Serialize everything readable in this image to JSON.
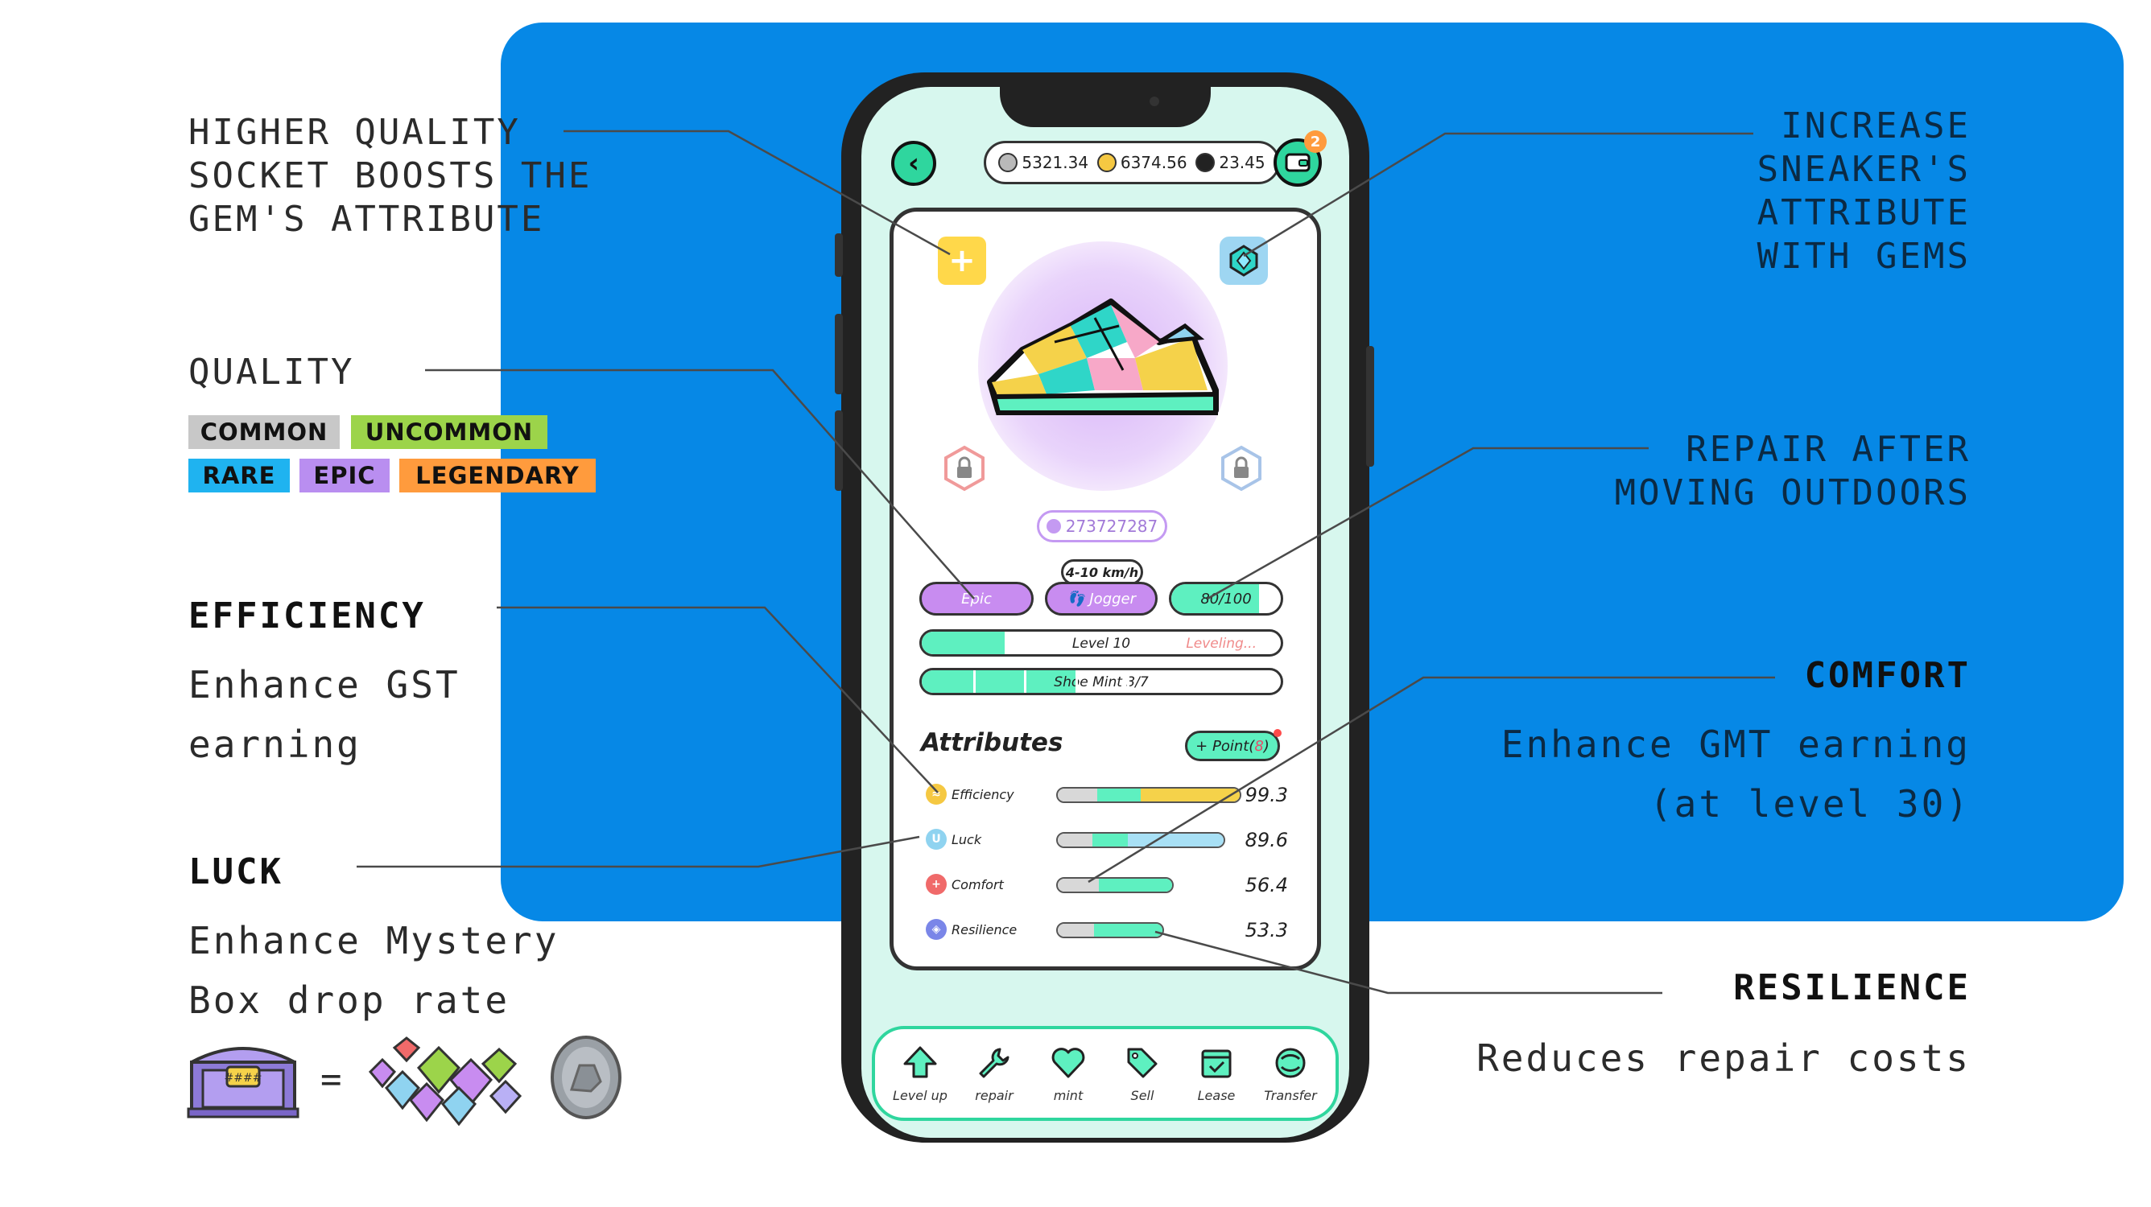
{
  "annotations": {
    "socket_quality": [
      "HIGHER QUALITY",
      "SOCKET BOOSTS THE",
      "GEM'S ATTRIBUTE"
    ],
    "gems": [
      "INCREASE",
      "SNEAKER'S",
      "ATTRIBUTE",
      "WITH GEMS"
    ],
    "quality_title": "QUALITY",
    "quality_badges": [
      {
        "label": "COMMON",
        "color": "#c8c8c8"
      },
      {
        "label": "UNCOMMON",
        "color": "#9cd44a"
      },
      {
        "label": "RARE",
        "color": "#1fb3f0"
      },
      {
        "label": "EPIC",
        "color": "#b98ef0"
      },
      {
        "label": "LEGENDARY",
        "color": "#ff9b3d"
      }
    ],
    "repair": [
      "REPAIR AFTER",
      "MOVING OUTDOORS"
    ],
    "efficiency": {
      "title": "EFFICIENCY",
      "desc": [
        "Enhance GST",
        "earning"
      ]
    },
    "comfort": {
      "title": "COMFORT",
      "desc": [
        "Enhance GMT earning",
        "(at level 30)"
      ]
    },
    "luck": {
      "title": "LUCK",
      "desc": [
        "Enhance Mystery",
        "Box drop rate"
      ]
    },
    "resilience": {
      "title": "RESILIENCE",
      "desc": "Reduces repair costs"
    },
    "equals": "="
  },
  "wallet": {
    "balances": [
      {
        "value": "5321.34",
        "icon": "sol-coin-icon",
        "color": "#b9b9b9"
      },
      {
        "value": "6374.56",
        "icon": "gst-coin-icon",
        "color": "#f5c842"
      },
      {
        "value": "23.45",
        "icon": "gmt-coin-icon",
        "color": "#222222"
      }
    ],
    "notification_count": "2"
  },
  "sneaker": {
    "id": "273727287",
    "speed_range": "4-10 km/h",
    "quality": "Epic",
    "type": "Jogger",
    "durability": "80/100",
    "durability_fraction": 0.8,
    "level_label": "Level 10",
    "level_status": "Leveling...",
    "level_progress": 0.23,
    "mint_label": "Shoe Mint 3/7",
    "mint_done": 3,
    "mint_total": 7
  },
  "attributes": {
    "title": "Attributes",
    "point_prefix": "+ Point(",
    "point_value": "8",
    "point_suffix": ")",
    "rows": [
      {
        "name": "Efficiency",
        "value": "99.3",
        "icon_color": "#f5c842",
        "icon_glyph": "≈",
        "segments": [
          {
            "p": 0.12,
            "c": "#d8d8d8"
          },
          {
            "p": 0.13,
            "c": "#5ef0c0"
          },
          {
            "p": 0.3,
            "c": "#f5d24a"
          }
        ]
      },
      {
        "name": "Luck",
        "value": "89.6",
        "icon_color": "#8fd3f0",
        "icon_glyph": "U",
        "segments": [
          {
            "p": 0.12,
            "c": "#d8d8d8"
          },
          {
            "p": 0.12,
            "c": "#5ef0c0"
          },
          {
            "p": 0.33,
            "c": "#a8e0f5"
          }
        ]
      },
      {
        "name": "Comfort",
        "value": "56.4",
        "icon_color": "#f06a6a",
        "icon_glyph": "+",
        "segments": [
          {
            "p": 0.14,
            "c": "#d8d8d8"
          },
          {
            "p": 0.25,
            "c": "#5ef0c0"
          }
        ]
      },
      {
        "name": "Resilience",
        "value": "53.3",
        "icon_color": "#7a86e8",
        "icon_glyph": "◈",
        "segments": [
          {
            "p": 0.12,
            "c": "#d8d8d8"
          },
          {
            "p": 0.23,
            "c": "#5ef0c0"
          }
        ]
      }
    ]
  },
  "nav": [
    {
      "label": "Level up",
      "icon": "level-up-arrow-icon"
    },
    {
      "label": "repair",
      "icon": "wrench-icon"
    },
    {
      "label": "mint",
      "icon": "heart-icon"
    },
    {
      "label": "Sell",
      "icon": "price-tag-icon"
    },
    {
      "label": "Lease",
      "icon": "calendar-check-icon"
    },
    {
      "label": "Transfer",
      "icon": "transfer-globe-icon"
    }
  ]
}
